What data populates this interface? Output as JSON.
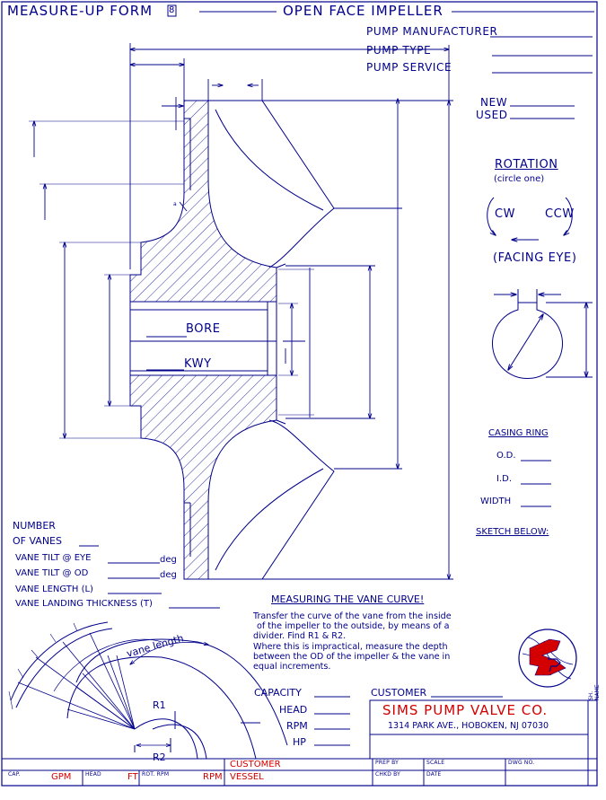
{
  "header": {
    "form_title": "MEASURE-UP FORM",
    "form_number": "8",
    "drawing_title": "OPEN FACE IMPELLER"
  },
  "pump_info": {
    "manufacturer_label": "PUMP MANUFACTURER",
    "type_label": "PUMP TYPE",
    "service_label": "PUMP SERVICE",
    "new_label": "NEW",
    "used_label": "USED"
  },
  "rotation": {
    "title": "ROTATION",
    "subtitle": "(circle one)",
    "cw": "CW",
    "ccw": "CCW",
    "facing": "(FACING EYE)"
  },
  "impeller": {
    "bore_label": "BORE",
    "kwy_label": "KWY"
  },
  "casing_ring": {
    "title": "CASING RING",
    "od_label": "O.D.",
    "id_label": "I.D.",
    "width_label": "WIDTH",
    "sketch_label": "SKETCH BELOW:"
  },
  "vanes": {
    "number_label_1": "NUMBER",
    "number_label_2": "OF VANES",
    "tilt_eye_label": "VANE TILT @ EYE",
    "tilt_od_label": "VANE TILT @ OD",
    "length_label": "VANE LENGTH (L)",
    "thickness_label": "VANE LANDING THICKNESS (T)",
    "deg": "deg"
  },
  "curve": {
    "title": "MEASURING THE VANE CURVE!",
    "lines": [
      "Transfer the curve of the vane from the inside",
      "of the impeller to the outside, by means of a",
      "divider. Find R1 & R2.",
      "Where this is impractical, measure the depth",
      "between the OD of the impeller & the vane in",
      "equal increments."
    ],
    "vane_length": "vane length",
    "r1": "R1",
    "r2": "R2"
  },
  "performance": {
    "capacity": "CAPACITY",
    "head": "HEAD",
    "rpm": "RPM",
    "hp": "HP",
    "customer": "CUSTOMER"
  },
  "company": {
    "name": "SIMS PUMP VALVE CO.",
    "address": "1314 PARK AVE., HOBOKEN, NJ 07030",
    "sheet_label": "SH. NAME"
  },
  "title_block": {
    "cap": "CAP.",
    "gpm": "GPM",
    "head": "HEAD",
    "ft": "FT",
    "rot_rpm": "ROT. RPM",
    "rpm": "RPM",
    "customer": "CUSTOMER",
    "vessel": "VESSEL",
    "prep_by": "PREP BY",
    "chkd_by": "CHKD BY",
    "scale": "SCALE",
    "date": "DATE",
    "dwg_no": "DWG NO."
  },
  "colors": {
    "ink": "#00008b",
    "accent": "#d40000"
  }
}
